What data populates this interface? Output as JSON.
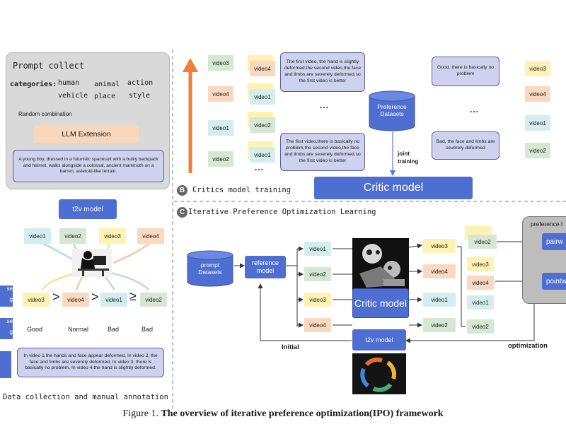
{
  "panel_a": {
    "heading": "Prompt collect",
    "categories_label": "categories:",
    "categories": [
      "human",
      "animal",
      "action",
      "vehicle",
      "place",
      "style"
    ],
    "random_combination": "Random combination",
    "llm_extension": "LLM Extension",
    "example_prompt": "A young boy, dressed in a futuristic spacesuit with a bulky backpack and helmet, walks alongside a colossal, ancient mammoth on a barren, asteroid-like terrain.",
    "t2v_model": "t2v model",
    "videos": [
      "video1",
      "video2",
      "video3",
      "video4"
    ],
    "ranked": [
      "video3",
      "video4",
      "video1",
      "video2"
    ],
    "ops": [
      ">",
      ">",
      "≥"
    ],
    "ratings": [
      "Good",
      "Normal",
      "Bad",
      "Bad"
    ],
    "left_fragments": [
      "se",
      "g",
      "se",
      "g"
    ],
    "annotation": "In video 1,the hands and face appear deformed, In video 2, the face and limbs are severely deformed, In video 3, there is basically no problem, In video 4,the hand is slightly deformed.",
    "footer": "Data collection and manual annotation"
  },
  "panel_b": {
    "badge": "B",
    "title": "Critics model training",
    "pairs_left_1": [
      "video3",
      "video4"
    ],
    "pairs_right_1": [
      "video4",
      "video1"
    ],
    "pairs_left_2": [
      "video1",
      "video2"
    ],
    "pairs_right_2": [
      "video2",
      "video1"
    ],
    "note1": "The first video, the hand is slightly deformed.the second video,the face and limbs are severely deformed,so the first video is better",
    "note2": "The first video,there is basically no problem,the second video,the face and limbs are severely deformed,so the first video is better",
    "note3": "Good,  there is basically no problem",
    "note4": "Bad, the face and limbs are severely deformed",
    "right_videos": [
      "video3",
      "video4",
      "video1",
      "video2"
    ],
    "ellipsis": "...",
    "preference_datasets": "Preference Datasets",
    "joint_training": "joint training",
    "critic_model": "Critic model"
  },
  "panel_c": {
    "badge": "C",
    "title": "Iterative Preference Optimization Learning",
    "prompt_datasets": "prompt Datasets",
    "reference_model": "reference model",
    "left_videos": [
      "video1",
      "video2",
      "video3",
      "video4"
    ],
    "critic_model": "Critic model",
    "right_videos": [
      "video3",
      "video4",
      "video1",
      "video2"
    ],
    "t2v_model": "t2v model",
    "initial": "Initial",
    "optimization": "optimization",
    "stack_videos": [
      "video2",
      "video3",
      "video4",
      "video1",
      "video2"
    ],
    "preference_label": "preference l",
    "pairwise": "pairw",
    "pointwise": "pointw"
  },
  "caption": {
    "prefix": "Figure 1. ",
    "text": "The overview of iterative preference optimization(IPO) framework"
  },
  "colors": {
    "blue": "#4e6fd1",
    "note": "#cfd2ee",
    "green": "#d5e8d4",
    "orange": "#fad9c0",
    "yellow": "#fff2b3",
    "teal": "#d4eeee",
    "arrow_orange": "#ef7d3b"
  }
}
